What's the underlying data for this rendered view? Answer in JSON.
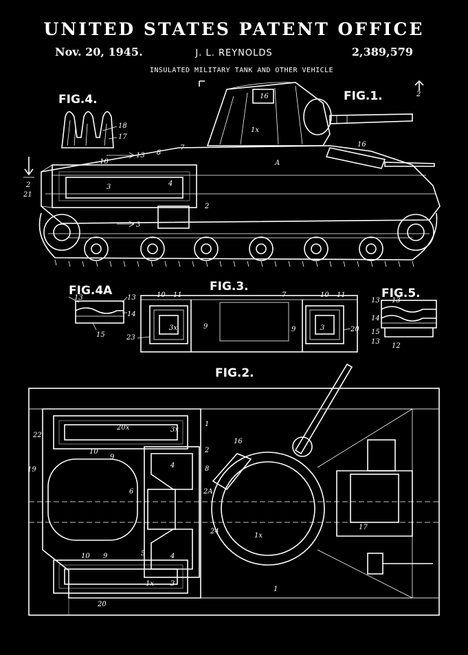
{
  "header": {
    "office": "UNITED STATES PATENT OFFICE",
    "date": "Nov. 20, 1945.",
    "inventor": "J. L. REYNOLDS",
    "patent_number": "2,389,579",
    "title": "INSULATED MILITARY TANK AND OTHER VEHICLE"
  },
  "figures": {
    "fig1": "FIG.1.",
    "fig2": "FIG.2.",
    "fig3": "FIG.3.",
    "fig4": "FIG.4.",
    "fig4a": "FIG.4A",
    "fig5": "FIG.5."
  },
  "refs": {
    "r1x": "1x",
    "rA": "A",
    "r16": "16",
    "r10": "10",
    "r8": "8",
    "r7": "7",
    "r13": "13",
    "r3": "3",
    "r2": "2",
    "r21": "21",
    "r18": "18",
    "r17": "17",
    "r4": "4",
    "r2x": "2",
    "r1x_fig2": "1x",
    "r3x": "3x",
    "r20x": "20x",
    "r22": "22",
    "r19": "19",
    "r9": "9",
    "r6": "6",
    "r5": "5",
    "r24": "24",
    "r2a": "2A",
    "r14": "14",
    "r15": "15",
    "r23": "23",
    "r20": "20",
    "r11": "11",
    "r12": "12",
    "r1": "1"
  },
  "colors": {
    "background": "#000000",
    "ink": "#ffffff"
  }
}
